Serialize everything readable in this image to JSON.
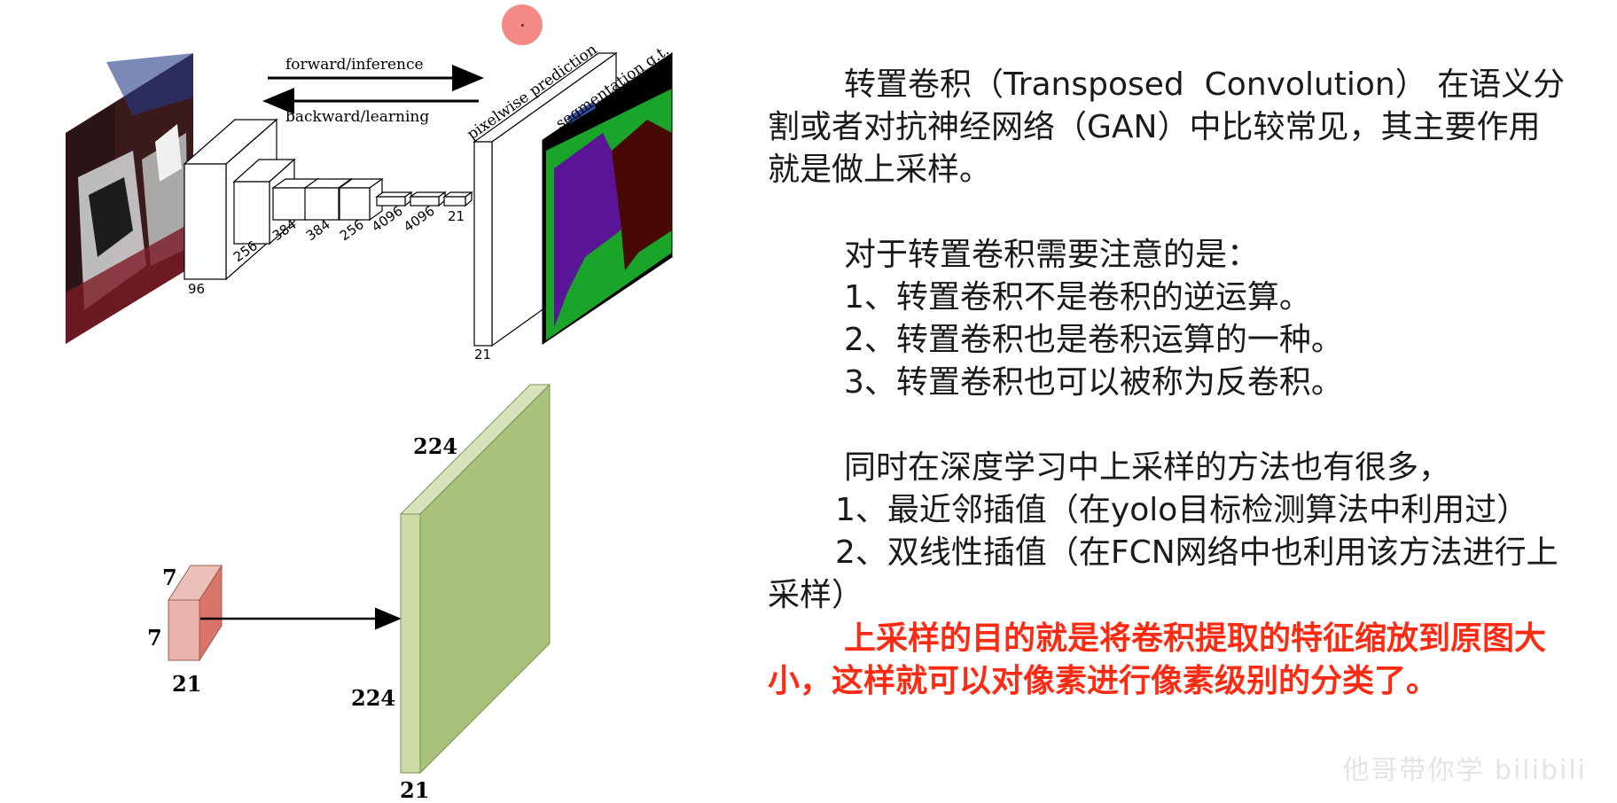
{
  "fcn_diagram": {
    "arrow_forward_label": "forward/inference",
    "arrow_backward_label": "backward/learning",
    "layer_labels": [
      "96",
      "256",
      "384",
      "384",
      "256",
      "4096",
      "4096",
      "21"
    ],
    "output_depth_label": "21",
    "pixelwise_label": "pixelwise prediction",
    "segmentation_label": "segmentation g.t.",
    "colors": {
      "background_class": "#000000",
      "grass_class": "#1aa52a",
      "dog_class": "#5a1496",
      "cat_class": "#4a0804"
    }
  },
  "upsample_diagram": {
    "small_height_label": "7",
    "small_width_label": "7",
    "small_depth_label": "21",
    "large_height_label": "224",
    "large_width_label": "224",
    "large_depth_label": "21",
    "colors": {
      "small_block": "#d87468",
      "large_block": "#a9c27b"
    }
  },
  "text": {
    "para1": "转置卷积（Transposed  Convolution） 在语义分割或者对抗神经网络（GAN）中比较常见，其主要作用就是做上采样。",
    "para2_heading": "对于转置卷积需要注意的是：",
    "para2_items": [
      "1、转置卷积不是卷积的逆运算。",
      "2、转置卷积也是卷积运算的一种。",
      "3、转置卷积也可以被称为反卷积。"
    ],
    "para3_heading": "同时在深度学习中上采样的方法也有很多，",
    "para3_items": [
      "1、最近邻插值（在yolo目标检测算法中利用过）",
      "2、双线性插值（在FCN网络中也利用该方法进行上采样）"
    ],
    "highlight": "上采样的目的就是将卷积提取的特征缩放到原图大小，这样就可以对像素进行像素级别的分类了。",
    "highlight_color": "#ff2a12"
  },
  "watermark": "他哥带你学 bilibili"
}
